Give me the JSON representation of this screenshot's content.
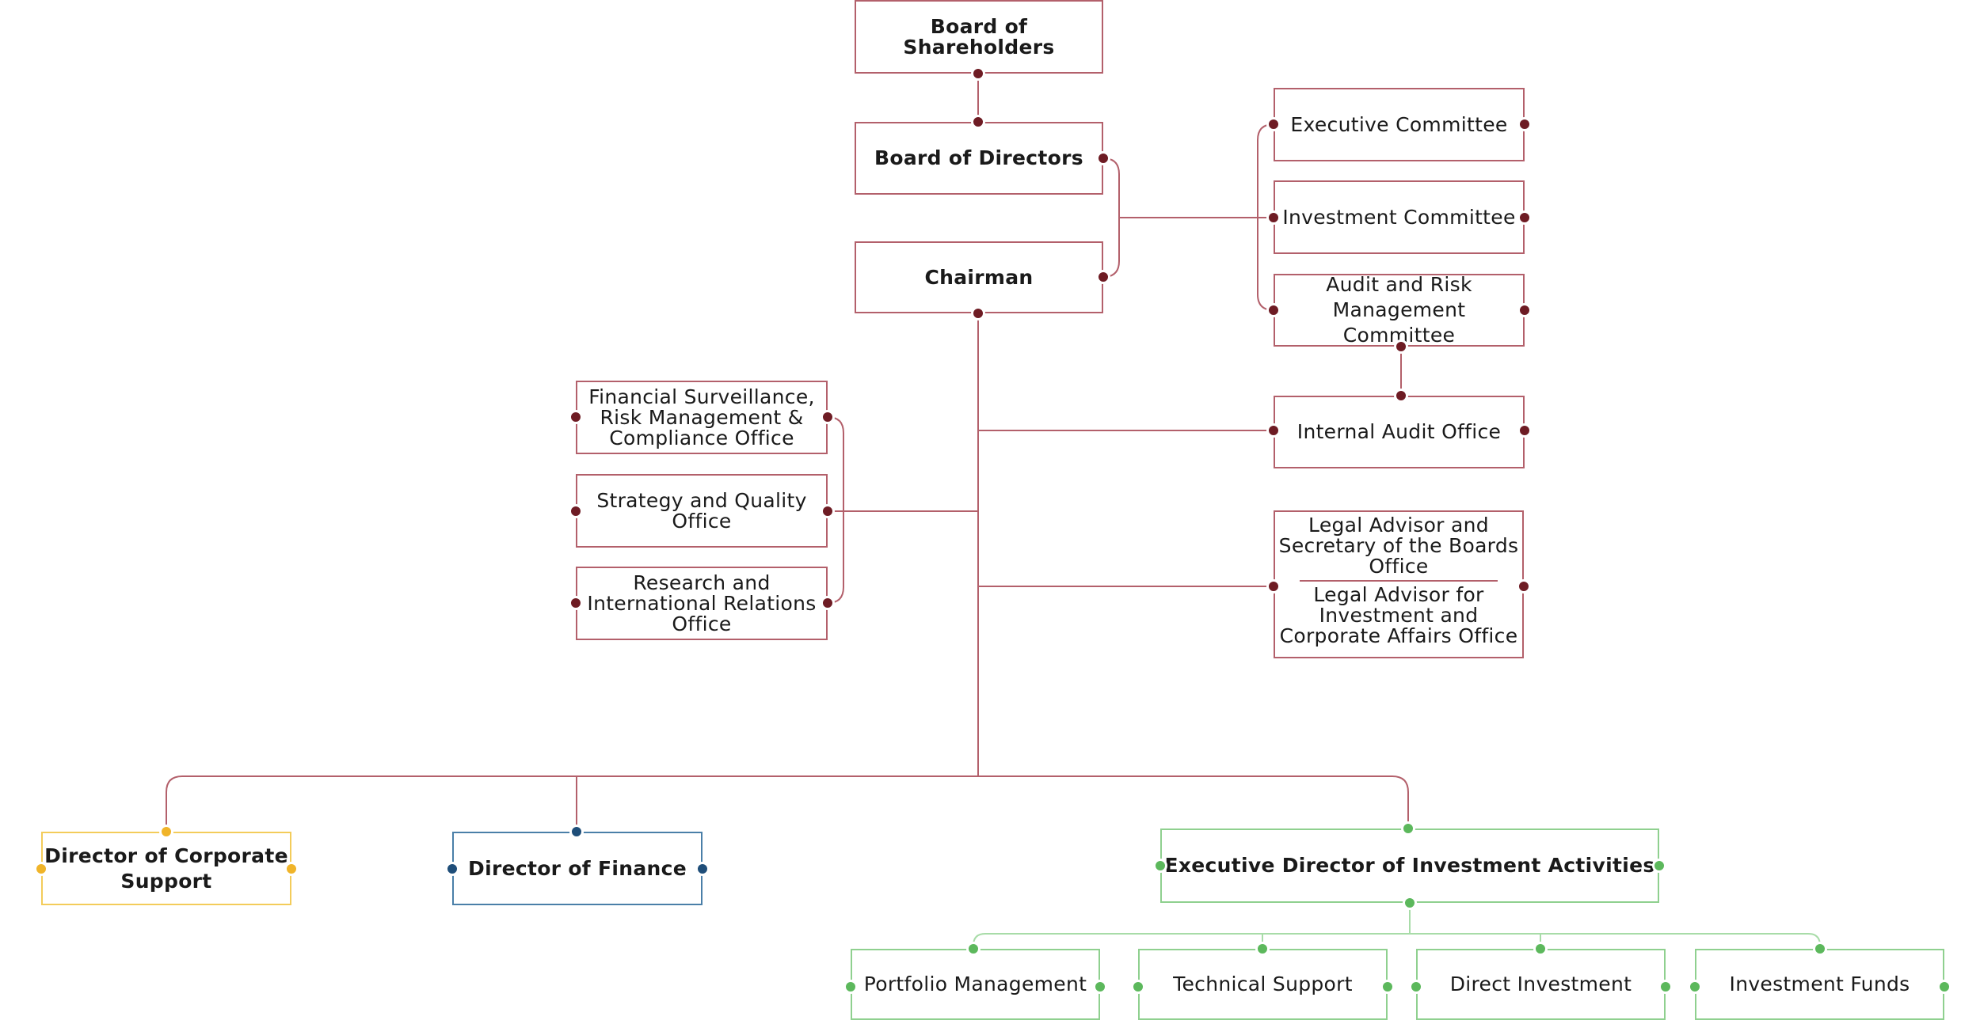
{
  "colors": {
    "maroon": "#7b1f2a",
    "line": "#b3606b",
    "yellow": "#f3cc5a",
    "blue": "#4a7fa8",
    "green": "#8fd08f"
  },
  "nodes": {
    "board_of_shareholders": "Board of Shareholders",
    "board_of_directors": "Board of Directors",
    "chairman": "Chairman",
    "executive_committee": "Executive Committee",
    "investment_committee": "Investment Committee",
    "audit_and_risk_committee": "Audit and Risk\nManagement Committee",
    "internal_audit_office": "Internal Audit Office",
    "legal_advisor_secretary": "Legal Advisor and\nSecretary of the Boards\nOffice",
    "legal_advisor_investment": "Legal Advisor for\nInvestment and\nCorporate Affairs Office",
    "financial_surveillance": "Financial Surveillance,\nRisk Management &\nCompliance Office",
    "strategy_quality": "Strategy and Quality\nOffice",
    "research_international": "Research and\nInternational Relations\nOffice",
    "director_corporate_support": "Director of Corporate\nSupport",
    "director_finance": "Director of Finance",
    "executive_director_investment": "Executive Director of Investment Activities",
    "portfolio_management": "Portfolio Management",
    "technical_support": "Technical Support",
    "direct_investment": "Direct Investment",
    "investment_funds": "Investment Funds"
  }
}
